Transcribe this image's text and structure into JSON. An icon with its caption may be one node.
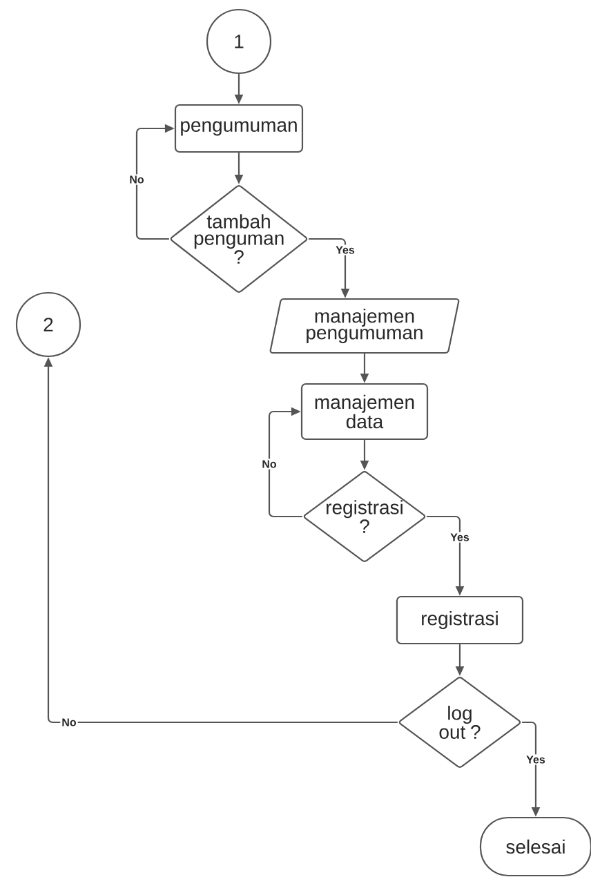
{
  "diagram": {
    "nodes": [
      {
        "text": [
          "1"
        ]
      },
      {
        "text": [
          "pengumuman"
        ]
      },
      {
        "text": [
          "tambah penguman ?"
        ]
      },
      {
        "text": [
          "manajemen pengumuman"
        ]
      },
      {
        "text": [
          "manajemen data"
        ]
      },
      {
        "text": [
          "registrasi ?"
        ]
      },
      {
        "text": [
          "registrasi"
        ]
      },
      {
        "text": [
          "log out ?"
        ]
      },
      {
        "text": [
          "selesai"
        ]
      },
      {
        "text": [
          "2"
        ]
      }
    ],
    "edges": [
      {
        "from": 0,
        "to": 1,
        "arrow": "to"
      },
      {
        "from": 1,
        "to": 2,
        "arrow": "to"
      },
      {
        "from": 2,
        "to": 1,
        "arrow": "to",
        "label": "No"
      },
      {
        "from": 2,
        "to": 3,
        "arrow": "to",
        "label": "Yes"
      },
      {
        "from": 3,
        "to": 4,
        "arrow": "to"
      },
      {
        "from": 4,
        "to": 5,
        "arrow": "to"
      },
      {
        "from": 5,
        "to": 4,
        "arrow": "to",
        "label": "No"
      },
      {
        "from": 5,
        "to": 6,
        "arrow": "to",
        "label": "Yes"
      },
      {
        "from": 6,
        "to": 7,
        "arrow": "to"
      },
      {
        "from": 7,
        "to": 9,
        "arrow": "to",
        "label": "No"
      },
      {
        "from": 7,
        "to": 8,
        "arrow": "to",
        "label": "Yes"
      }
    ]
  }
}
